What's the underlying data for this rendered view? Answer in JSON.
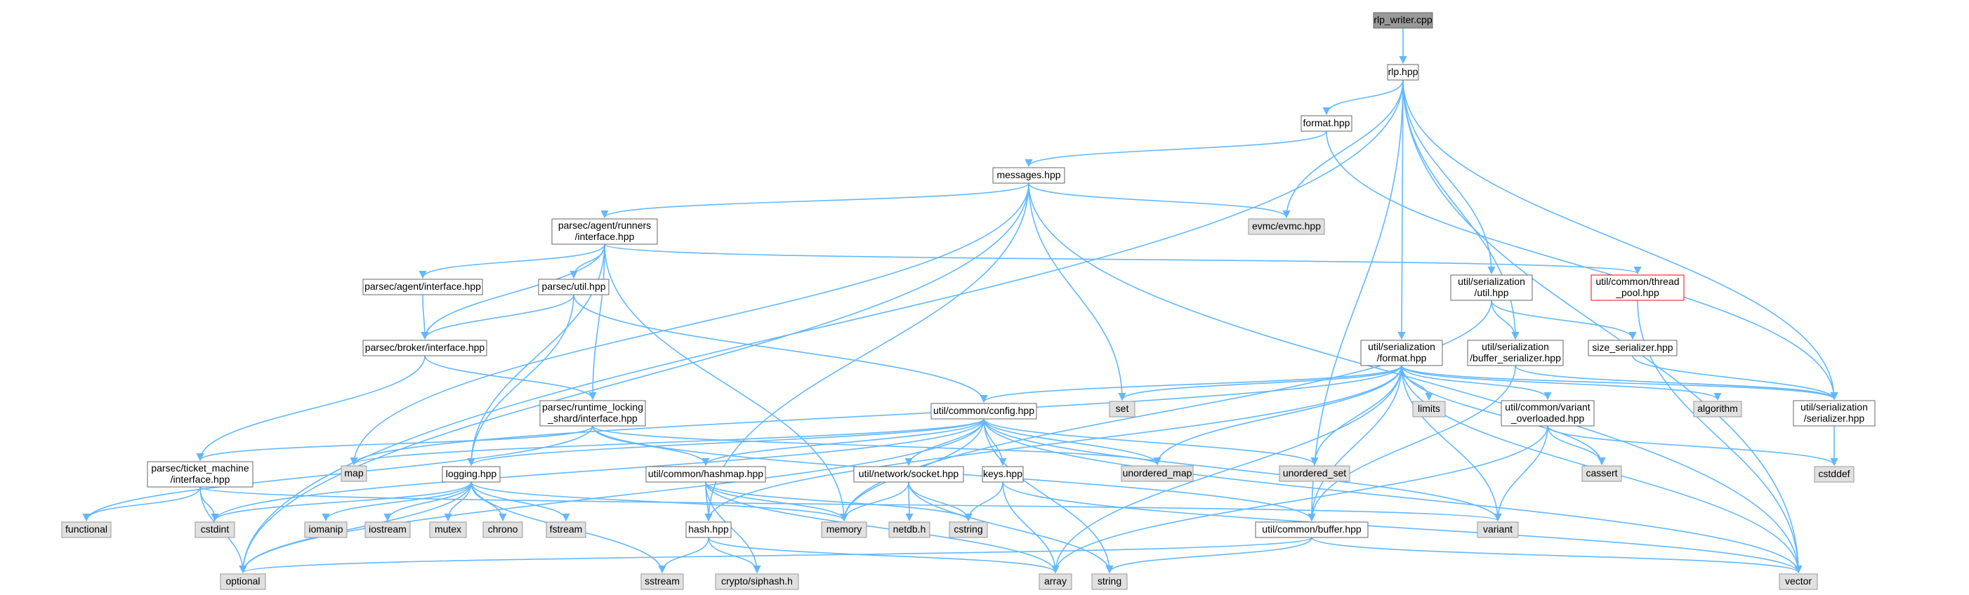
{
  "colors": {
    "edge": "#63b8ff",
    "root_fill": "#999999",
    "file_fill": "#ffffff",
    "system_fill": "#e0e0e0",
    "border": "#666666",
    "system_border": "#999999",
    "truncated_border": "#ff0000"
  },
  "nodes": [
    {
      "id": "rlp_writer",
      "lines": [
        "rlp_writer.cpp"
      ],
      "kind": "root"
    },
    {
      "id": "rlp",
      "lines": [
        "rlp.hpp"
      ],
      "kind": "file"
    },
    {
      "id": "format",
      "lines": [
        "format.hpp"
      ],
      "kind": "file"
    },
    {
      "id": "messages",
      "lines": [
        "messages.hpp"
      ],
      "kind": "file"
    },
    {
      "id": "evmc",
      "lines": [
        "evmc/evmc.hpp"
      ],
      "kind": "system"
    },
    {
      "id": "runners_iface",
      "lines": [
        "parsec/agent/runners",
        "/interface.hpp"
      ],
      "kind": "file"
    },
    {
      "id": "thread_pool",
      "lines": [
        "util/common/thread",
        "_pool.hpp"
      ],
      "kind": "truncated"
    },
    {
      "id": "agent_iface",
      "lines": [
        "parsec/agent/interface.hpp"
      ],
      "kind": "file"
    },
    {
      "id": "parsec_util",
      "lines": [
        "parsec/util.hpp"
      ],
      "kind": "file"
    },
    {
      "id": "ser_util",
      "lines": [
        "util/serialization",
        "/util.hpp"
      ],
      "kind": "file"
    },
    {
      "id": "broker_iface",
      "lines": [
        "parsec/broker/interface.hpp"
      ],
      "kind": "file"
    },
    {
      "id": "ser_format",
      "lines": [
        "util/serialization",
        "/format.hpp"
      ],
      "kind": "file"
    },
    {
      "id": "buffer_ser",
      "lines": [
        "util/serialization",
        "/buffer_serializer.hpp"
      ],
      "kind": "file"
    },
    {
      "id": "size_ser",
      "lines": [
        "size_serializer.hpp"
      ],
      "kind": "file"
    },
    {
      "id": "rtl_iface",
      "lines": [
        "parsec/runtime_locking",
        "_shard/interface.hpp"
      ],
      "kind": "file"
    },
    {
      "id": "set",
      "lines": [
        "set"
      ],
      "kind": "system"
    },
    {
      "id": "config",
      "lines": [
        "util/common/config.hpp"
      ],
      "kind": "file"
    },
    {
      "id": "limits",
      "lines": [
        "limits"
      ],
      "kind": "system"
    },
    {
      "id": "variant_overloaded",
      "lines": [
        "util/common/variant",
        "_overloaded.hpp"
      ],
      "kind": "file"
    },
    {
      "id": "algorithm",
      "lines": [
        "algorithm"
      ],
      "kind": "system"
    },
    {
      "id": "serializer",
      "lines": [
        "util/serialization",
        "/serializer.hpp"
      ],
      "kind": "file"
    },
    {
      "id": "ticket_iface",
      "lines": [
        "parsec/ticket_machine",
        "/interface.hpp"
      ],
      "kind": "file"
    },
    {
      "id": "map",
      "lines": [
        "map"
      ],
      "kind": "system"
    },
    {
      "id": "logging",
      "lines": [
        "logging.hpp"
      ],
      "kind": "file"
    },
    {
      "id": "hashmap",
      "lines": [
        "util/common/hashmap.hpp"
      ],
      "kind": "file"
    },
    {
      "id": "socket",
      "lines": [
        "util/network/socket.hpp"
      ],
      "kind": "file"
    },
    {
      "id": "keys",
      "lines": [
        "keys.hpp"
      ],
      "kind": "file"
    },
    {
      "id": "unordered_map",
      "lines": [
        "unordered_map"
      ],
      "kind": "system"
    },
    {
      "id": "unordered_set",
      "lines": [
        "unordered_set"
      ],
      "kind": "system"
    },
    {
      "id": "cassert",
      "lines": [
        "cassert"
      ],
      "kind": "system"
    },
    {
      "id": "cstddef",
      "lines": [
        "cstddef"
      ],
      "kind": "system"
    },
    {
      "id": "functional",
      "lines": [
        "functional"
      ],
      "kind": "system"
    },
    {
      "id": "cstdint",
      "lines": [
        "cstdint"
      ],
      "kind": "system"
    },
    {
      "id": "iomanip",
      "lines": [
        "iomanip"
      ],
      "kind": "system"
    },
    {
      "id": "iostream",
      "lines": [
        "iostream"
      ],
      "kind": "system"
    },
    {
      "id": "mutex",
      "lines": [
        "mutex"
      ],
      "kind": "system"
    },
    {
      "id": "chrono",
      "lines": [
        "chrono"
      ],
      "kind": "system"
    },
    {
      "id": "fstream",
      "lines": [
        "fstream"
      ],
      "kind": "system"
    },
    {
      "id": "memory",
      "lines": [
        "memory"
      ],
      "kind": "system"
    },
    {
      "id": "netdb",
      "lines": [
        "netdb.h"
      ],
      "kind": "system"
    },
    {
      "id": "cstring",
      "lines": [
        "cstring"
      ],
      "kind": "system"
    },
    {
      "id": "buffer",
      "lines": [
        "util/common/buffer.hpp"
      ],
      "kind": "file"
    },
    {
      "id": "variant",
      "lines": [
        "variant"
      ],
      "kind": "system"
    },
    {
      "id": "hash",
      "lines": [
        "hash.hpp"
      ],
      "kind": "file"
    },
    {
      "id": "optional",
      "lines": [
        "optional"
      ],
      "kind": "system"
    },
    {
      "id": "sstream",
      "lines": [
        "sstream"
      ],
      "kind": "system"
    },
    {
      "id": "siphash",
      "lines": [
        "crypto/siphash.h"
      ],
      "kind": "system"
    },
    {
      "id": "array",
      "lines": [
        "array"
      ],
      "kind": "system"
    },
    {
      "id": "string",
      "lines": [
        "string"
      ],
      "kind": "system"
    },
    {
      "id": "vector",
      "lines": [
        "vector"
      ],
      "kind": "system"
    }
  ],
  "edges": [
    [
      "rlp_writer",
      "rlp"
    ],
    [
      "rlp",
      "format"
    ],
    [
      "rlp",
      "evmc"
    ],
    [
      "rlp",
      "ser_util"
    ],
    [
      "rlp",
      "ser_format"
    ],
    [
      "rlp",
      "buffer_ser"
    ],
    [
      "rlp",
      "serializer"
    ],
    [
      "rlp",
      "buffer"
    ],
    [
      "rlp",
      "optional"
    ],
    [
      "rlp",
      "vector"
    ],
    [
      "format",
      "messages"
    ],
    [
      "format",
      "serializer"
    ],
    [
      "messages",
      "runners_iface"
    ],
    [
      "messages",
      "evmc"
    ],
    [
      "messages",
      "set"
    ],
    [
      "messages",
      "map"
    ],
    [
      "messages",
      "hash"
    ],
    [
      "messages",
      "optional"
    ],
    [
      "messages",
      "vector"
    ],
    [
      "runners_iface",
      "agent_iface"
    ],
    [
      "runners_iface",
      "parsec_util"
    ],
    [
      "runners_iface",
      "broker_iface"
    ],
    [
      "runners_iface",
      "rtl_iface"
    ],
    [
      "runners_iface",
      "thread_pool"
    ],
    [
      "runners_iface",
      "logging"
    ],
    [
      "runners_iface",
      "memory"
    ],
    [
      "thread_pool",
      "vector"
    ],
    [
      "agent_iface",
      "broker_iface"
    ],
    [
      "parsec_util",
      "broker_iface"
    ],
    [
      "parsec_util",
      "config"
    ],
    [
      "parsec_util",
      "logging"
    ],
    [
      "broker_iface",
      "rtl_iface"
    ],
    [
      "broker_iface",
      "ticket_iface"
    ],
    [
      "ser_util",
      "buffer_ser"
    ],
    [
      "ser_util",
      "size_ser"
    ],
    [
      "ser_util",
      "memory"
    ],
    [
      "buffer_ser",
      "serializer"
    ],
    [
      "buffer_ser",
      "buffer"
    ],
    [
      "size_ser",
      "serializer"
    ],
    [
      "ser_format",
      "serializer"
    ],
    [
      "ser_format",
      "config"
    ],
    [
      "ser_format",
      "set"
    ],
    [
      "ser_format",
      "limits"
    ],
    [
      "ser_format",
      "variant_overloaded"
    ],
    [
      "ser_format",
      "algorithm"
    ],
    [
      "ser_format",
      "unordered_map"
    ],
    [
      "ser_format",
      "unordered_set"
    ],
    [
      "ser_format",
      "cassert"
    ],
    [
      "ser_format",
      "variant"
    ],
    [
      "ser_format",
      "buffer"
    ],
    [
      "ser_format",
      "hash"
    ],
    [
      "ser_format",
      "array"
    ],
    [
      "ser_format",
      "vector"
    ],
    [
      "ser_format",
      "map"
    ],
    [
      "rtl_iface",
      "ticket_iface"
    ],
    [
      "rtl_iface",
      "hashmap"
    ],
    [
      "rtl_iface",
      "unordered_map"
    ],
    [
      "rtl_iface",
      "functional"
    ],
    [
      "rtl_iface",
      "buffer"
    ],
    [
      "config",
      "map"
    ],
    [
      "config",
      "logging"
    ],
    [
      "config",
      "hashmap"
    ],
    [
      "config",
      "socket"
    ],
    [
      "config",
      "keys"
    ],
    [
      "config",
      "unordered_map"
    ],
    [
      "config",
      "unordered_set"
    ],
    [
      "config",
      "variant"
    ],
    [
      "config",
      "cstdint"
    ],
    [
      "config",
      "optional"
    ],
    [
      "config",
      "string"
    ],
    [
      "config",
      "vector"
    ],
    [
      "config",
      "memory"
    ],
    [
      "variant_overloaded",
      "cassert"
    ],
    [
      "variant_overloaded",
      "variant"
    ],
    [
      "variant_overloaded",
      "cstddef"
    ],
    [
      "variant_overloaded",
      "array"
    ],
    [
      "serializer",
      "cstddef"
    ],
    [
      "ticket_iface",
      "functional"
    ],
    [
      "ticket_iface",
      "cstdint"
    ],
    [
      "ticket_iface",
      "optional"
    ],
    [
      "ticket_iface",
      "variant"
    ],
    [
      "logging",
      "cstdint"
    ],
    [
      "logging",
      "iomanip"
    ],
    [
      "logging",
      "iostream"
    ],
    [
      "logging",
      "mutex"
    ],
    [
      "logging",
      "chrono"
    ],
    [
      "logging",
      "fstream"
    ],
    [
      "logging",
      "sstream"
    ],
    [
      "logging",
      "optional"
    ],
    [
      "logging",
      "memory"
    ],
    [
      "hashmap",
      "hash"
    ],
    [
      "hashmap",
      "siphash"
    ],
    [
      "hashmap",
      "cstring"
    ],
    [
      "hashmap",
      "memory"
    ],
    [
      "hashmap",
      "array"
    ],
    [
      "socket",
      "netdb"
    ],
    [
      "socket",
      "cstring"
    ],
    [
      "socket",
      "string"
    ],
    [
      "socket",
      "memory"
    ],
    [
      "keys",
      "array"
    ],
    [
      "keys",
      "cstring"
    ],
    [
      "keys",
      "vector"
    ],
    [
      "hash",
      "sstream"
    ],
    [
      "hash",
      "siphash"
    ],
    [
      "hash",
      "array"
    ],
    [
      "buffer",
      "optional"
    ],
    [
      "buffer",
      "string"
    ],
    [
      "buffer",
      "vector"
    ]
  ]
}
